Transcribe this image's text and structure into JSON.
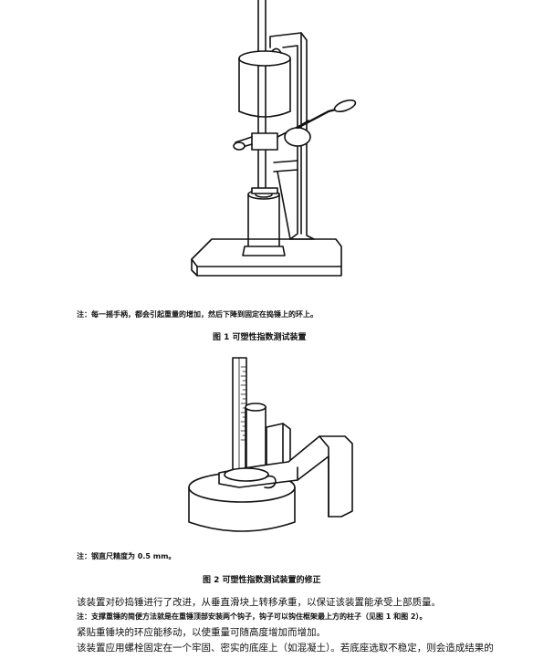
{
  "figure1": {
    "note": "注：每一摇手柄，都会引起重量的增加，然后下降到固定在捣锤上的环上。",
    "caption": "图 1   可塑性指数测试装置"
  },
  "figure2": {
    "note": "注：钢直尺精度为 0.5 mm。",
    "caption": "图 2   可塑性指数测试装置的修正"
  },
  "body": {
    "p1": "该装置对砂捣锤进行了改进，从垂直滑块上转移承重，以保证该装置能承受上部质量。",
    "p2": "注：支撑重锤的简便方法就是在重锤顶部安装两个钩子，钩子可以钩住框架最上方的柱子（见图 1 和图 2）。",
    "p3": "紧贴重锤块的环应能移动，以使重量可随高度增加而增加。",
    "p4": "该装置应用螺栓固定在一个牢固、密实的底座上（如混凝土）。若底座选取不稳定，则会造成结果的"
  }
}
